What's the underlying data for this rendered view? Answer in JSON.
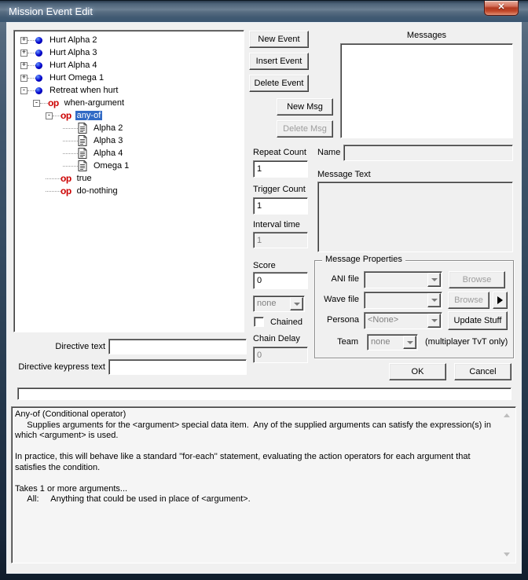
{
  "window": {
    "title": "Mission Event Edit",
    "close_glyph": "x"
  },
  "colors": {
    "selection": "#316ac5",
    "op_red": "#cc0000",
    "close_button_red": "#b13a20",
    "dialog_bg": "#f0f0f0"
  },
  "tree": {
    "op_icon": "op",
    "items": [
      {
        "depth": 0,
        "expander": "+",
        "icon": "ball",
        "label": "Hurt Alpha 2"
      },
      {
        "depth": 0,
        "expander": "+",
        "icon": "ball",
        "label": "Hurt Alpha 3"
      },
      {
        "depth": 0,
        "expander": "+",
        "icon": "ball",
        "label": "Hurt Alpha 4"
      },
      {
        "depth": 0,
        "expander": "+",
        "icon": "ball",
        "label": "Hurt Omega 1"
      },
      {
        "depth": 0,
        "expander": "-",
        "icon": "ball",
        "label": "Retreat when hurt"
      },
      {
        "depth": 1,
        "expander": "-",
        "icon": "op",
        "label": "when-argument"
      },
      {
        "depth": 2,
        "expander": "-",
        "icon": "op",
        "label": "any-of",
        "selected": true
      },
      {
        "depth": 3,
        "expander": "",
        "icon": "doc",
        "label": "Alpha 2"
      },
      {
        "depth": 3,
        "expander": "",
        "icon": "doc",
        "label": "Alpha 3"
      },
      {
        "depth": 3,
        "expander": "",
        "icon": "doc",
        "label": "Alpha 4"
      },
      {
        "depth": 3,
        "expander": "",
        "icon": "doc",
        "label": "Omega 1"
      },
      {
        "depth": 2,
        "expander": "",
        "icon": "op",
        "label": "true"
      },
      {
        "depth": 2,
        "expander": "",
        "icon": "op",
        "label": "do-nothing"
      }
    ],
    "expander_plus": "+",
    "expander_minus": "-"
  },
  "event_buttons": {
    "new_event": "New Event",
    "insert_event": "Insert Event",
    "delete_event": "Delete Event"
  },
  "message_buttons": {
    "new_msg": "New Msg",
    "delete_msg": "Delete Msg"
  },
  "messages_panel": {
    "label": "Messages",
    "items": []
  },
  "fields": {
    "repeat_count": {
      "label": "Repeat Count",
      "value": "1"
    },
    "trigger_count": {
      "label": "Trigger Count",
      "value": "1"
    },
    "interval_time": {
      "label": "Interval time",
      "value": "1"
    },
    "score": {
      "label": "Score",
      "value": "0"
    },
    "event_team": {
      "value": "none"
    },
    "chained": {
      "label": "Chained",
      "checked": false
    },
    "chain_delay": {
      "label": "Chain Delay",
      "value": "0"
    },
    "name": {
      "label": "Name",
      "value": ""
    },
    "message_text": {
      "label": "Message Text",
      "value": ""
    },
    "directive_text": {
      "label": "Directive text",
      "value": ""
    },
    "directive_keypress": {
      "label": "Directive keypress text",
      "value": ""
    }
  },
  "message_properties": {
    "title": "Message Properties",
    "ani_file": {
      "label": "ANI file",
      "value": "",
      "browse": "Browse"
    },
    "wave_file": {
      "label": "Wave file",
      "value": "",
      "browse": "Browse"
    },
    "persona": {
      "label": "Persona",
      "value": "<None>",
      "button": "Update Stuff"
    },
    "team": {
      "label": "Team",
      "value": "none",
      "note": "(multiplayer TvT only)"
    }
  },
  "dialog_buttons": {
    "ok": "OK",
    "cancel": "Cancel"
  },
  "sexp_bar": {
    "value": ""
  },
  "help": {
    "lines": [
      "Any-of (Conditional operator)",
      "     Supplies arguments for the <argument> special data item.  Any of the supplied arguments can satisfy the expression(s) in which <argument> is used.",
      "",
      "In practice, this will behave like a standard ''for-each'' statement, evaluating the action operators for each argument that satisfies the condition.",
      "",
      "Takes 1 or more arguments...",
      "     All:     Anything that could be used in place of <argument>."
    ]
  }
}
